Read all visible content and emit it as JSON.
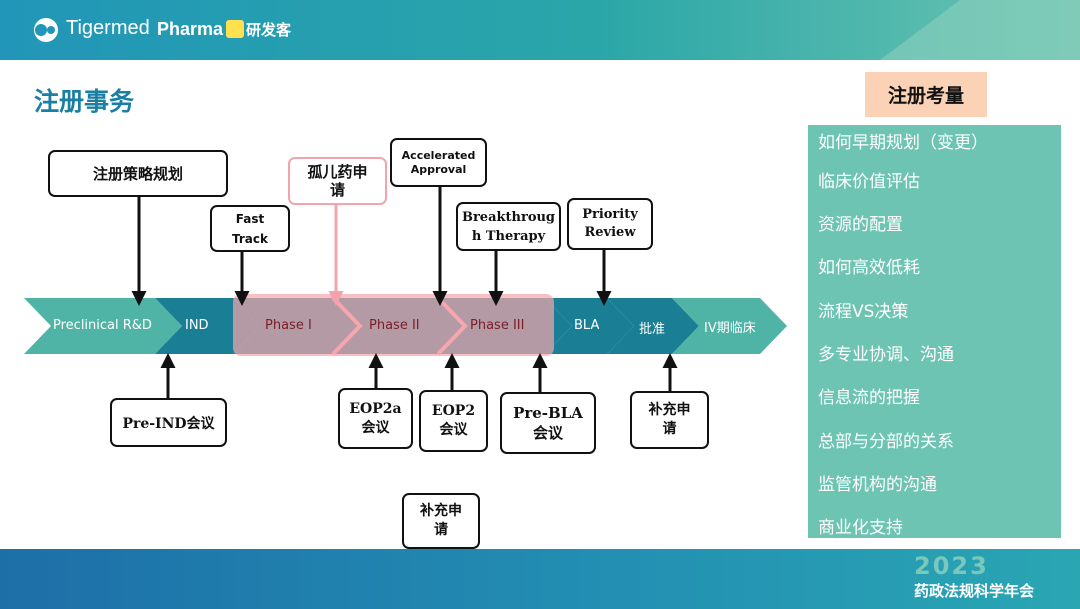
{
  "header": {
    "logo_brand": "Tigermed",
    "logo_pharma": "Pharma",
    "logo_pharma_cn": "研发客"
  },
  "page": {
    "title": "注册事务"
  },
  "phases": [
    "Preclinical R&D",
    "IND",
    "Phase I",
    "Phase II",
    "Phase III",
    "BLA",
    "批准",
    "IV期临床"
  ],
  "top_boxes": {
    "strategy": "注册策略规划",
    "fast_track": [
      "Fast",
      "Track"
    ],
    "orphan": [
      "孤儿药申",
      "请"
    ],
    "accelerated": [
      "Accelerated",
      "Approval"
    ],
    "breakthrough": [
      "Breakthroug",
      "h Therapy"
    ],
    "priority": [
      "Priority",
      "Review"
    ]
  },
  "bottom_boxes": {
    "pre_ind": "Pre-IND会议",
    "eop2a": [
      "EOP2a",
      "会议"
    ],
    "eop2": [
      "EOP2",
      "会议"
    ],
    "pre_bla": [
      "Pre-BLA",
      "会议"
    ],
    "supp_right": [
      "补充申",
      "请"
    ],
    "supp_bottom": [
      "补充申",
      "请"
    ]
  },
  "considerations": {
    "title": "注册考量",
    "items": [
      "如何早期规划（变更）",
      "临床价值评估",
      "资源的配置",
      "如何高效低耗",
      "流程VS决策",
      "多专业协调、沟通",
      "信息流的把握",
      "总部与分部的关系",
      "监管机构的沟通",
      "商业化支持"
    ]
  },
  "footer": {
    "year": "2023",
    "conference": "药政法规科学年会"
  },
  "colors": {
    "header": "#2aa6b3",
    "teal_chevron": "#4fb3a6",
    "dark_teal": "#1a7f95",
    "highlight": "#f6a6ad",
    "panel": "#6ec4b3",
    "consider_bg": "#fbd2b6",
    "title": "#1b7fa3"
  }
}
